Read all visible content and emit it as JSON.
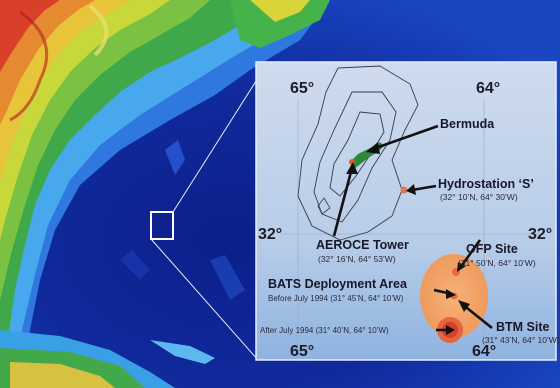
{
  "inset": {
    "longitudes": {
      "left_top": "65°",
      "right_top": "64°",
      "left_bottom": "65°",
      "right_bottom": "64°"
    },
    "latitudes": {
      "left": "32°",
      "right": "32°"
    },
    "bermuda": {
      "label": "Bermuda"
    },
    "hydrostation": {
      "label": "Hydrostation ‘S’",
      "coords": "(32° 10’N, 64° 30’W)"
    },
    "aeroce": {
      "label": "AEROCE Tower",
      "coords": "(32° 16’N, 64° 53’W)"
    },
    "ofp": {
      "label": "OFP Site",
      "coords": "(31° 50’N, 64° 10’W)"
    },
    "bats": {
      "title": "BATS Deployment Area",
      "before": "Before July 1994 (31° 45’N, 64° 10’W)",
      "after": "After July 1994 (31° 40’N, 64° 10’W)"
    },
    "btm": {
      "label": "BTM Site",
      "coords": "(31° 43’N, 64° 10’W)"
    }
  },
  "colors": {
    "ocean_deep": "#0a1a7a",
    "ocean_mid": "#1f4fd0",
    "shelf": "#3fb0e8",
    "land_green": "#3fa84a",
    "land_yellow": "#e8d23a",
    "land_red": "#d8402a",
    "inset_bg": "#c8d8ee",
    "bats_orange": "#f4a468",
    "site_red": "#e05a3a",
    "island_green": "#2e8a3a"
  }
}
